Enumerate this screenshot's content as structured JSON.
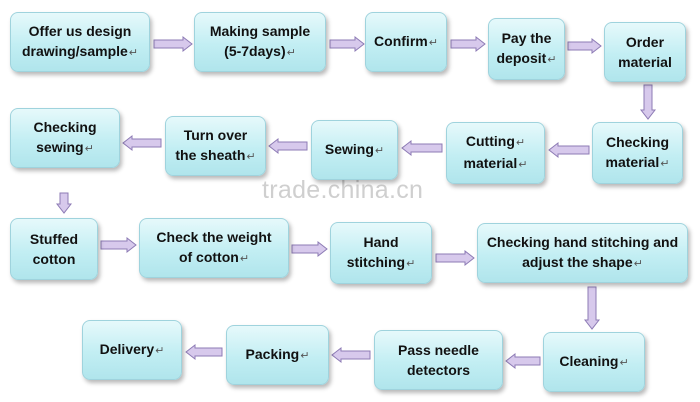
{
  "watermark": "trade.china.cn",
  "paragraph_mark": "↵",
  "steps": [
    {
      "id": "offer-design",
      "lines": [
        "Offer   us   design",
        "drawing/sample"
      ]
    },
    {
      "id": "making-sample",
      "lines": [
        "Making sample",
        "(5-7days)"
      ]
    },
    {
      "id": "confirm",
      "lines": [
        "Confirm"
      ]
    },
    {
      "id": "pay-deposit",
      "lines": [
        "Pay the",
        "deposit"
      ]
    },
    {
      "id": "order-material",
      "lines": [
        "Order",
        "material"
      ]
    },
    {
      "id": "checking-material",
      "lines": [
        "Checking",
        "material"
      ]
    },
    {
      "id": "cutting-material",
      "lines": [
        "Cutting",
        "material"
      ]
    },
    {
      "id": "sewing",
      "lines": [
        "Sewing"
      ]
    },
    {
      "id": "turn-over-sheath",
      "lines": [
        "Turn over",
        "the sheath"
      ]
    },
    {
      "id": "checking-sewing",
      "lines": [
        "Checking",
        "sewing"
      ]
    },
    {
      "id": "stuffed-cotton",
      "lines": [
        "Stuffed",
        "cotton"
      ]
    },
    {
      "id": "check-weight-cotton",
      "lines": [
        "Check the weight",
        "of cotton"
      ]
    },
    {
      "id": "hand-stitching",
      "lines": [
        "Hand",
        "stitching"
      ]
    },
    {
      "id": "checking-hand-stitching",
      "lines": [
        "Checking hand stitching and",
        "adjust the shape"
      ]
    },
    {
      "id": "cleaning",
      "lines": [
        "Cleaning"
      ]
    },
    {
      "id": "pass-needle-detectors",
      "lines": [
        "Pass needle",
        "detectors"
      ]
    },
    {
      "id": "packing",
      "lines": [
        "Packing"
      ]
    },
    {
      "id": "delivery",
      "lines": [
        "Delivery"
      ]
    }
  ]
}
